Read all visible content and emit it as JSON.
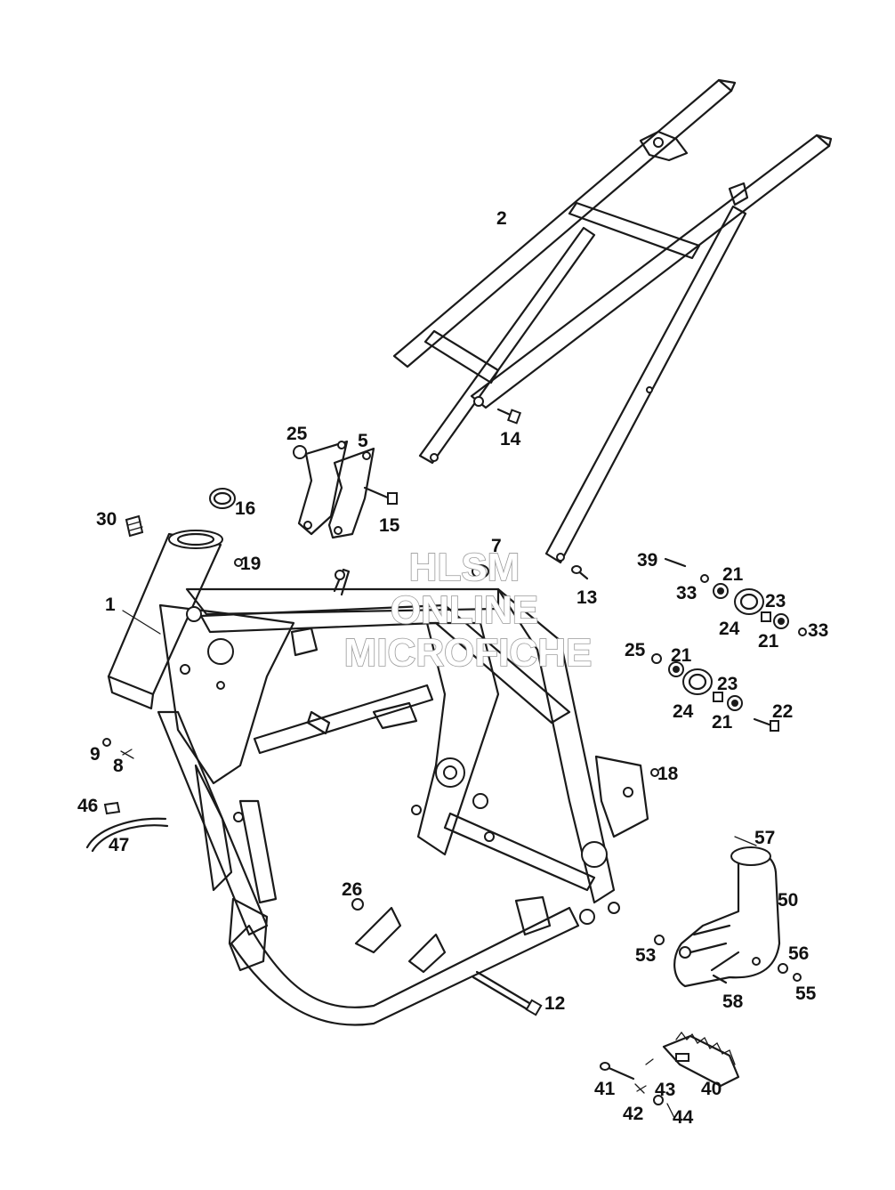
{
  "watermark": {
    "line1": "HLSM",
    "line2": "ONLINE",
    "line3": "MICROFICHE"
  },
  "callouts": [
    {
      "id": "c2",
      "text": "2"
    },
    {
      "id": "c14",
      "text": "14"
    },
    {
      "id": "c25a",
      "text": "25"
    },
    {
      "id": "c5",
      "text": "5"
    },
    {
      "id": "c16",
      "text": "16"
    },
    {
      "id": "c15",
      "text": "15"
    },
    {
      "id": "c30",
      "text": "30"
    },
    {
      "id": "c7",
      "text": "7"
    },
    {
      "id": "c19",
      "text": "19"
    },
    {
      "id": "c1",
      "text": "1"
    },
    {
      "id": "c39",
      "text": "39"
    },
    {
      "id": "c13",
      "text": "13"
    },
    {
      "id": "c21a",
      "text": "21"
    },
    {
      "id": "c33a",
      "text": "33"
    },
    {
      "id": "c23a",
      "text": "23"
    },
    {
      "id": "c24a",
      "text": "24"
    },
    {
      "id": "c21b",
      "text": "21"
    },
    {
      "id": "c33b",
      "text": "33"
    },
    {
      "id": "c25b",
      "text": "25"
    },
    {
      "id": "c21c",
      "text": "21"
    },
    {
      "id": "c23b",
      "text": "23"
    },
    {
      "id": "c24b",
      "text": "24"
    },
    {
      "id": "c22",
      "text": "22"
    },
    {
      "id": "c21d",
      "text": "21"
    },
    {
      "id": "c9",
      "text": "9"
    },
    {
      "id": "c8",
      "text": "8"
    },
    {
      "id": "c18",
      "text": "18"
    },
    {
      "id": "c46",
      "text": "46"
    },
    {
      "id": "c47",
      "text": "47"
    },
    {
      "id": "c57",
      "text": "57"
    },
    {
      "id": "c50",
      "text": "50"
    },
    {
      "id": "c26",
      "text": "26"
    },
    {
      "id": "c53",
      "text": "53"
    },
    {
      "id": "c56",
      "text": "56"
    },
    {
      "id": "c58",
      "text": "58"
    },
    {
      "id": "c55",
      "text": "55"
    },
    {
      "id": "c12",
      "text": "12"
    },
    {
      "id": "c41",
      "text": "41"
    },
    {
      "id": "c43",
      "text": "43"
    },
    {
      "id": "c40",
      "text": "40"
    },
    {
      "id": "c42",
      "text": "42"
    },
    {
      "id": "c44",
      "text": "44"
    }
  ]
}
